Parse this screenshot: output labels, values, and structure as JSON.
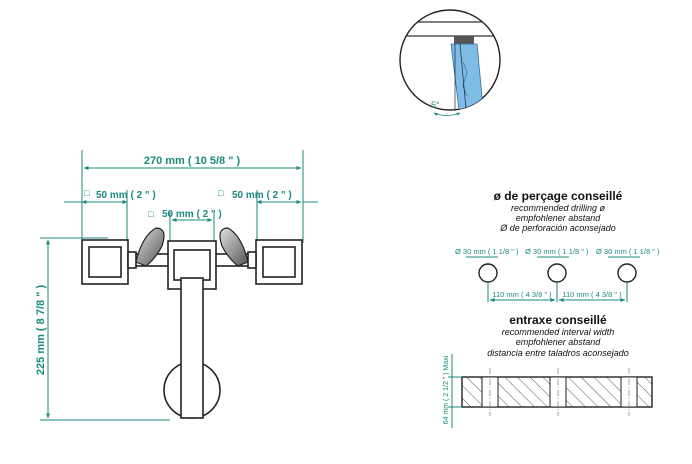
{
  "angle_detail": {
    "angle_label": "5°"
  },
  "front_view": {
    "overall_width": "270 mm ( 10 5/8 \" )",
    "left_offset": "50 mm ( 2 \" )",
    "right_offset": "50 mm ( 2 \" )",
    "center_offset": "50 mm ( 2 \" )",
    "height": "225 mm ( 8 7/8 \" )",
    "square_symbol": "□"
  },
  "drilling": {
    "title": "ø de perçage conseillé",
    "line_en": "recommended drilling ø",
    "line_de": "empfohlener abstand",
    "line_es": "Ø de perforación aconsejado",
    "hole_labels": [
      "Ø 30 mm ( 1 1/8 \" )",
      "Ø 30 mm ( 1 1/8 \" )",
      "Ø 30 mm ( 1 1/8 \" )"
    ],
    "spacing_labels": [
      "110 mm ( 4 3/8 \" )",
      "110 mm ( 4 3/8 \" )"
    ]
  },
  "interval": {
    "title": "entraxe conseillé",
    "line_en": "recommended interval width",
    "line_de": "empfohlener abstand",
    "line_es": "distancia entre taladros aconsejado",
    "height_label": "64 mm ( 2 1/2 \" ) Maxi"
  }
}
